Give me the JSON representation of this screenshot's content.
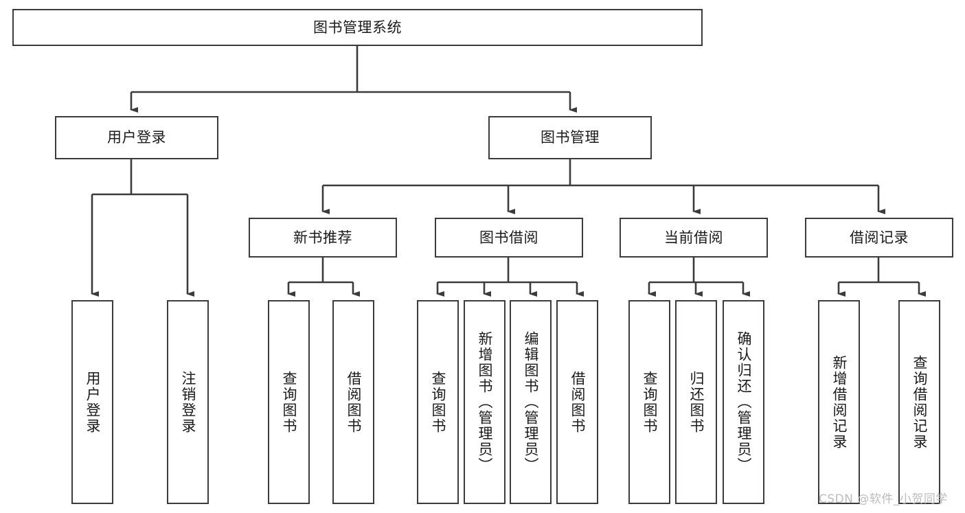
{
  "diagram": {
    "title": "图书管理系统",
    "type": "tree-hierarchy",
    "watermark": "CSDN @软件_小贺同学",
    "line_color": "#3b3b3b",
    "box_fill": "#ffffff",
    "text_color": "#1a1a1a",
    "nodes": {
      "root": {
        "label": "图书管理系统"
      },
      "level2": [
        {
          "id": "user-login",
          "label": "用户登录"
        },
        {
          "id": "book-manage",
          "label": "图书管理"
        }
      ],
      "level3": [
        {
          "id": "new-book-recommend",
          "label": "新书推荐"
        },
        {
          "id": "book-borrow",
          "label": "图书借阅"
        },
        {
          "id": "current-borrow",
          "label": "当前借阅"
        },
        {
          "id": "borrow-record",
          "label": "借阅记录"
        }
      ],
      "leaves": {
        "user-login": [
          {
            "id": "leaf-user-login",
            "label": "用户登录"
          },
          {
            "id": "leaf-logout-login",
            "label": "注销登录"
          }
        ],
        "new-book-recommend": [
          {
            "id": "leaf-query-book-1",
            "label": "查询图书"
          },
          {
            "id": "leaf-borrow-book-1",
            "label": "借阅图书"
          }
        ],
        "book-borrow": [
          {
            "id": "leaf-query-book-2",
            "label": "查询图书"
          },
          {
            "id": "leaf-add-book",
            "label": "新增图书（管理员）"
          },
          {
            "id": "leaf-edit-book",
            "label": "编辑图书（管理员）"
          },
          {
            "id": "leaf-borrow-book-2",
            "label": "借阅图书"
          }
        ],
        "current-borrow": [
          {
            "id": "leaf-query-book-3",
            "label": "查询图书"
          },
          {
            "id": "leaf-return-book",
            "label": "归还图书"
          },
          {
            "id": "leaf-confirm-return",
            "label": "确认归还（管理员）"
          }
        ],
        "borrow-record": [
          {
            "id": "leaf-add-record",
            "label": "新增借阅记录"
          },
          {
            "id": "leaf-query-record",
            "label": "查询借阅记录"
          }
        ]
      }
    }
  }
}
